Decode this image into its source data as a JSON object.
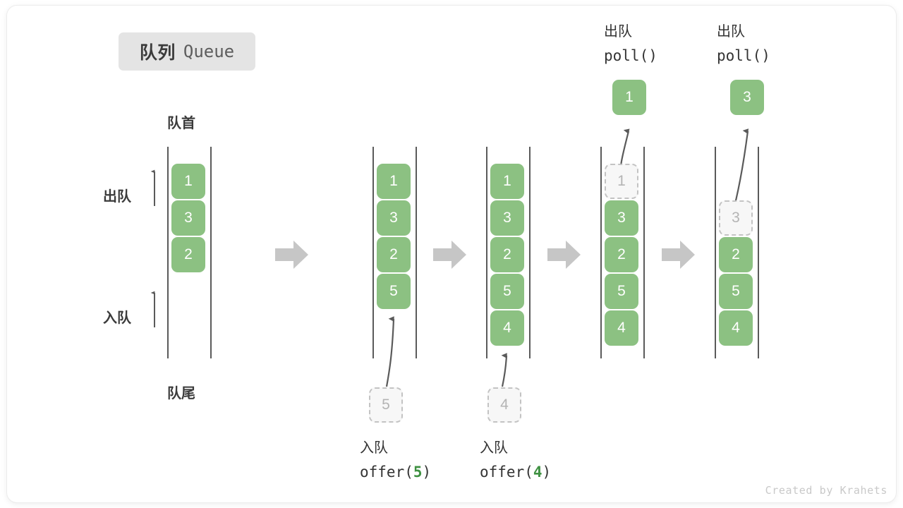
{
  "title": {
    "cn": "队列",
    "en": "Queue"
  },
  "labels": {
    "front": "队首",
    "rear": "队尾",
    "dequeue": "出队",
    "enqueue": "入队"
  },
  "watermark": "Created by Krahets",
  "colors": {
    "cell_fill": "#8cc182",
    "cell_text": "#ffffff",
    "ghost_fill": "#f7f7f7",
    "ghost_border": "#c3c3c3",
    "ghost_text": "#b4b4b4",
    "rail": "#5a5a5a",
    "step_arrow": "#c6c6c6",
    "accent_number": "#3f9142",
    "chip_bg": "#e4e4e4",
    "text": "#333333"
  },
  "steps": [
    {
      "name": "initial",
      "items": [
        "1",
        "3",
        "2"
      ],
      "side_labels": {
        "top": "队首",
        "bottom": "队尾"
      },
      "indicators": [
        {
          "label": "出队",
          "direction": "up"
        },
        {
          "label": "入队",
          "direction": "up"
        }
      ]
    },
    {
      "name": "offer-5",
      "items": [
        "1",
        "3",
        "2",
        "5"
      ],
      "incoming": "5",
      "op": {
        "cn": "入队",
        "call_prefix": "offer(",
        "call_value": "5",
        "call_suffix": ")"
      }
    },
    {
      "name": "offer-4",
      "items": [
        "1",
        "3",
        "2",
        "5",
        "4"
      ],
      "incoming": "4",
      "op": {
        "cn": "入队",
        "call_prefix": "offer(",
        "call_value": "4",
        "call_suffix": ")"
      }
    },
    {
      "name": "poll-1",
      "items": [
        "1",
        "3",
        "2",
        "5",
        "4"
      ],
      "removed_index": 0,
      "popped": "1",
      "op": {
        "cn": "出队",
        "call": "poll()"
      }
    },
    {
      "name": "poll-3",
      "items": [
        "3",
        "2",
        "5",
        "4"
      ],
      "removed_index": 0,
      "popped": "3",
      "op": {
        "cn": "出队",
        "call": "poll()"
      }
    }
  ],
  "step_arrows": [
    {
      "from": "initial",
      "to": "offer-5"
    },
    {
      "from": "offer-5",
      "to": "offer-4"
    },
    {
      "from": "offer-4",
      "to": "poll-1"
    },
    {
      "from": "poll-1",
      "to": "poll-3"
    }
  ]
}
